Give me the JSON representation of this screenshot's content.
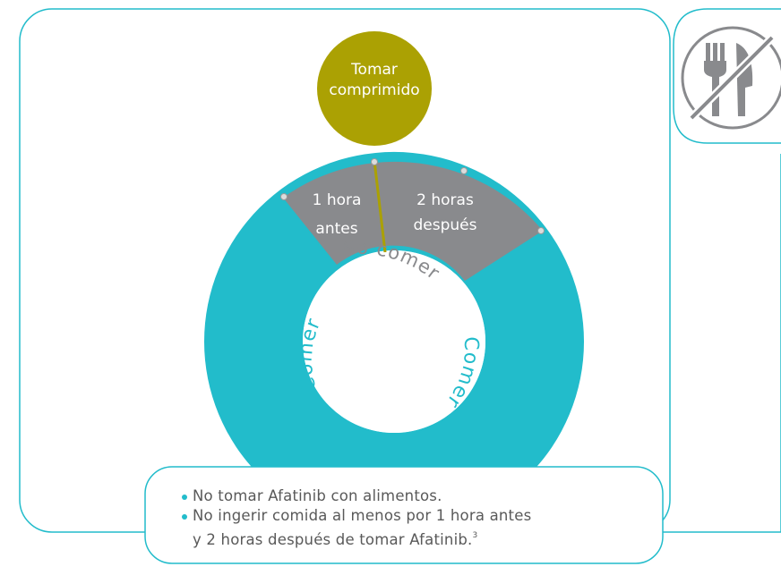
{
  "pill": {
    "line1": "Tomar",
    "line2": "comprimido"
  },
  "segments": {
    "before": {
      "line1": "1 hora",
      "line2": "antes"
    },
    "after": {
      "line1": "2 horas",
      "line2": "después"
    }
  },
  "ring_labels": {
    "no_comer": "No comer",
    "comer_left": "Comer",
    "comer_right": "Comer"
  },
  "notes": [
    "No tomar Afatinib con alimentos.",
    "No ingerir comida al menos por 1 hora antes",
    "y 2 horas después de tomar Afatinib.",
    "3"
  ],
  "icon": "no-fork-knife-icon",
  "colors": {
    "teal": "#22bccb",
    "gray": "#898a8d",
    "olive": "#aba103",
    "text": "#595959"
  }
}
